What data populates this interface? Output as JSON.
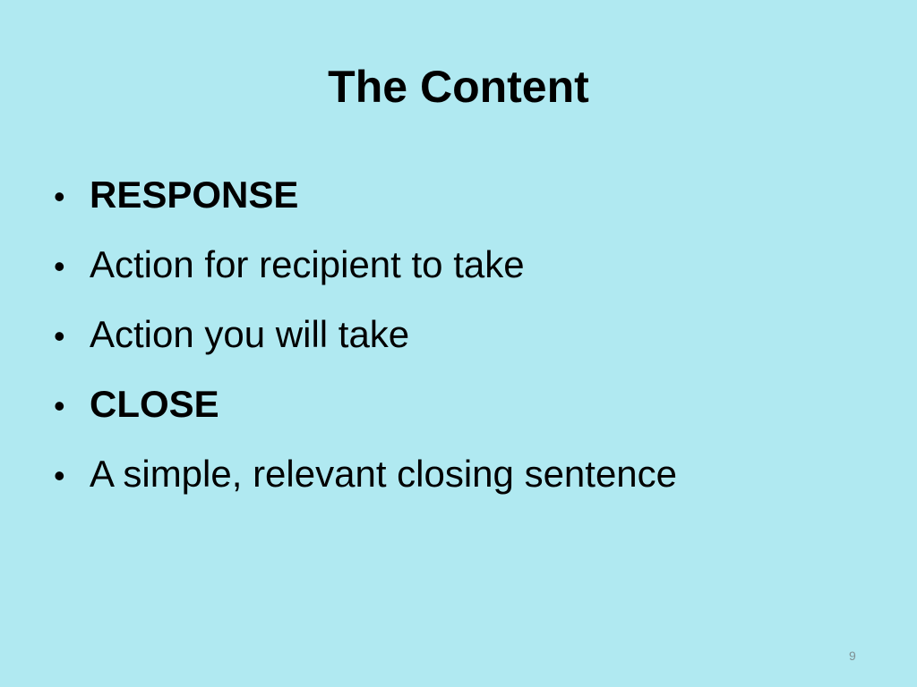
{
  "slide": {
    "title": "The Content",
    "bullets": [
      {
        "text": "RESPONSE",
        "bold": true
      },
      {
        "text": "Action for recipient to take",
        "bold": false
      },
      {
        "text": "Action you will take",
        "bold": false
      },
      {
        "text": "CLOSE",
        "bold": true
      },
      {
        "text": "A simple, relevant closing sentence",
        "bold": false
      }
    ],
    "bullet_glyph": "•",
    "page_number": "9"
  },
  "colors": {
    "background": "#b0e9f1",
    "text": "#000000",
    "page_number": "#7f8f92"
  }
}
